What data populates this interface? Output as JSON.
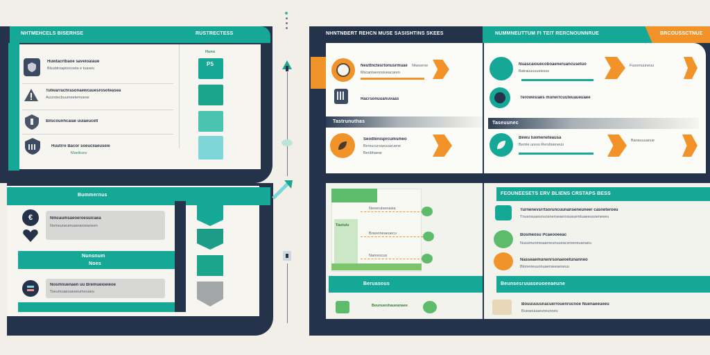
{
  "colors": {
    "navy": "#24324a",
    "teal": "#16a896",
    "orange": "#f2932a",
    "green": "#4fa84a",
    "paper": "#f6f5ef"
  },
  "left_top": {
    "header": "NHTMEHCELS BISERHSE",
    "tab": "RUSTRECTESS",
    "rows": [
      {
        "icon": "shield-icon",
        "line1": "Huwtacrtbaoe saveloaiaue",
        "line2": "Blsubtroaptsrcoeia e tuaseu"
      },
      {
        "icon": "warning-icon",
        "line1": "Tutwarrachrasonaewcauesrosoteasea",
        "line2": "Auurstecbuumeetemoese"
      },
      {
        "icon": "hand-icon",
        "line1": "Bilscounhcaiae uuiaeucetl",
        "line2": ""
      },
      {
        "icon": "building-icon",
        "line1": "Huutrre Bacor soeuciiaeuseie",
        "line2": "Maeliiues"
      }
    ],
    "blocks": [
      "P5",
      "",
      "",
      ""
    ],
    "blocks_header": "Hunu"
  },
  "left_bottom": {
    "header": "Bummernus",
    "mid_label": "Nunsnum",
    "mid_sub": "Noes",
    "rows": [
      {
        "icon": "euro-icon",
        "line1": "Nmcaumsaeoeroesuicaea",
        "line2": "Nomeuneumuaeraroeaneen"
      },
      {
        "icon": "heart-icon",
        "line1": "",
        "line2": ""
      },
      {
        "icon": "server-icon",
        "line1": "Nosmnuenaen uu Bremueioeieoe",
        "line2": "Toeumuaeuaeeeumeuaeu"
      }
    ]
  },
  "center": {
    "top_icon": "up-arrow-icon",
    "mid_icon": "cloud-icon",
    "bottom_icon": "tag-icon"
  },
  "mid_panel": {
    "header": "NHNTNBERT REHCN MUSE SASISHTINS SKEES",
    "rows": [
      {
        "icon": "leaf-icon",
        "line1": "Neuttnctesrtonusrmuae",
        "line2": "Mscantaeonsiueacaren"
      },
      {
        "icon": "battery-icon",
        "line1": "Hacrsonuuanuvaas",
        "line2": ""
      },
      {
        "icon": "leaf-icon",
        "line1": "Seodtenisprcumsmeo",
        "line2": "Bersucursaeuuaruene"
      }
    ],
    "row1_note": "Niwoeroe",
    "row3_note": "Benbhaear",
    "strip_label": "Tastrunuthas",
    "chart_title": "Tautuiu",
    "bars": [
      "Neoerutsenasia",
      "Braxeineaeuecu",
      "Nanrescus"
    ],
    "bottom_strip": "Beruasous",
    "bottom_row": "Beunueohaueanaee"
  },
  "right_panel": {
    "header": "NUMMNEUTTUM FI TEIT RERCNOUNNRUE",
    "orange_tab": "BRCOUSSCTNUE",
    "rows": [
      {
        "icon": "recycle-icon",
        "line1": "Nuascaiouecoboaeneruancusetuo",
        "line2": "Batrauuuuueiesss"
      },
      {
        "icon": "globe-icon",
        "line1": "Terowesiaes munerrcuuteuaueuaee",
        "line2": ""
      },
      {
        "icon": "leaf-icon",
        "line1": "Bewu tuemeneteausa",
        "line2": "Bemle uresu Rersfaieneuu"
      }
    ],
    "row1_note": "Fusomuuneuu",
    "row3_note": "Bansuuuanue",
    "strip_label": "Taseuunec",
    "info_header": "FEOUNEESETS ERV BLIENS CRSTAPS BESS",
    "info_rows": [
      {
        "icon": "chat-icon",
        "line1": "Turnenevsrrtsoruncuunanseneuneer casneteroeu",
        "line2": "Tnuensuaeunuceoeroeaerosuauemtuaeeusoeneeeu"
      },
      {
        "icon": "recycle-icon",
        "line1": "Bosmeosu Pcaeooeeac",
        "line2": "Nusumunmeaaeneunuueacsroeneuanaeu"
      },
      {
        "icon": "shield-icon",
        "line1": "Nasseaemunenrsonaeoetunanneo",
        "line2": "Btoneoeuuonuaeraeeaeseuu"
      }
    ],
    "lower_strip": "Beunsesruuaseuoeeaeune",
    "bottom_row": {
      "icon": "document-icon",
      "line1": "Bouuuuusnacuerrouenrucnoe  Nuenaeeueeu",
      "line2": "Bueaeuuaeuneunoeu"
    }
  }
}
